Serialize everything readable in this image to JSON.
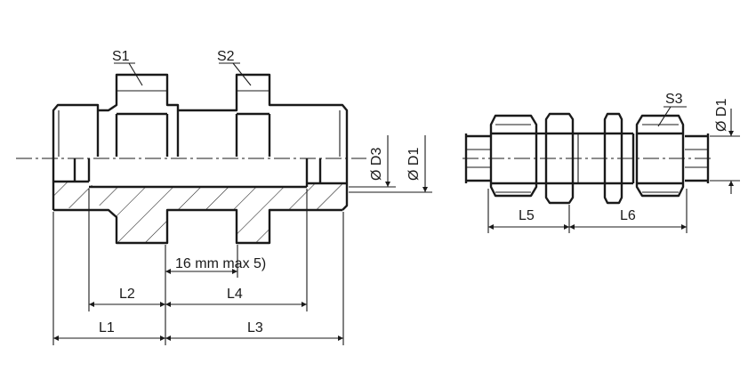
{
  "labels": {
    "s1": "S1",
    "s2": "S2",
    "s3": "S3",
    "d3": "Ø D3",
    "d1_left": "Ø D1",
    "d1_right": "Ø D1",
    "note": "16 mm max 5)",
    "l1": "L1",
    "l2": "L2",
    "l3": "L3",
    "l4": "L4",
    "l5": "L5",
    "l6": "L6"
  },
  "colors": {
    "line": "#1a1a1a",
    "background": "#ffffff"
  }
}
